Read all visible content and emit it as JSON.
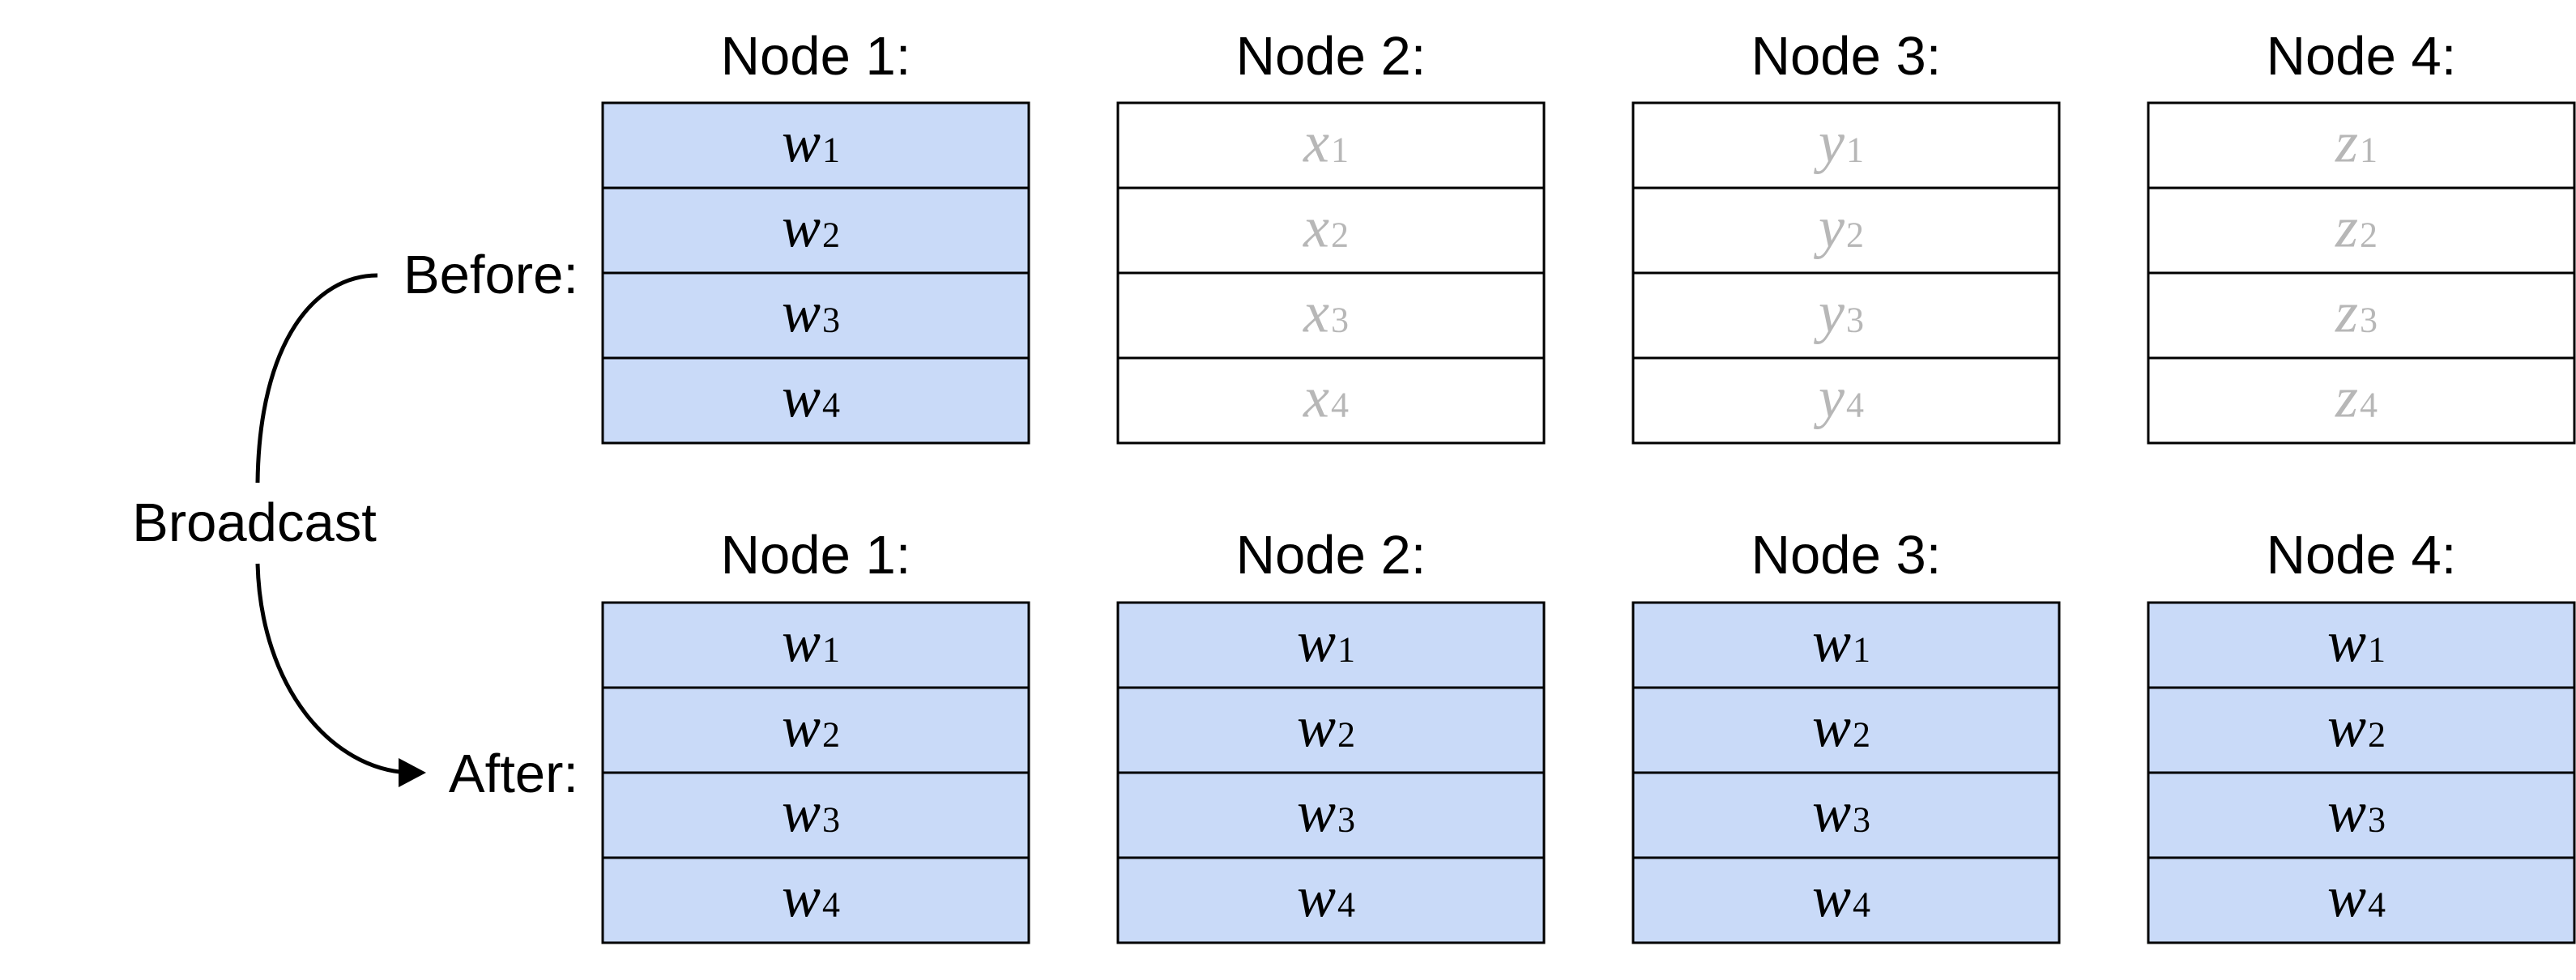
{
  "operation": "Broadcast",
  "colors": {
    "filled": "#c9daf8",
    "empty": "#ffffff",
    "border": "#000000",
    "text_active": "#000000",
    "text_inactive": "#b7b7b7"
  },
  "phases": [
    {
      "label": "Before:",
      "nodes": [
        {
          "title": "Node 1:",
          "filled": true,
          "cells": [
            {
              "v": "w",
              "s": "1"
            },
            {
              "v": "w",
              "s": "2"
            },
            {
              "v": "w",
              "s": "3"
            },
            {
              "v": "w",
              "s": "4"
            }
          ]
        },
        {
          "title": "Node 2:",
          "filled": false,
          "cells": [
            {
              "v": "x",
              "s": "1"
            },
            {
              "v": "x",
              "s": "2"
            },
            {
              "v": "x",
              "s": "3"
            },
            {
              "v": "x",
              "s": "4"
            }
          ]
        },
        {
          "title": "Node 3:",
          "filled": false,
          "cells": [
            {
              "v": "y",
              "s": "1"
            },
            {
              "v": "y",
              "s": "2"
            },
            {
              "v": "y",
              "s": "3"
            },
            {
              "v": "y",
              "s": "4"
            }
          ]
        },
        {
          "title": "Node 4:",
          "filled": false,
          "cells": [
            {
              "v": "z",
              "s": "1"
            },
            {
              "v": "z",
              "s": "2"
            },
            {
              "v": "z",
              "s": "3"
            },
            {
              "v": "z",
              "s": "4"
            }
          ]
        }
      ]
    },
    {
      "label": "After:",
      "nodes": [
        {
          "title": "Node 1:",
          "filled": true,
          "cells": [
            {
              "v": "w",
              "s": "1"
            },
            {
              "v": "w",
              "s": "2"
            },
            {
              "v": "w",
              "s": "3"
            },
            {
              "v": "w",
              "s": "4"
            }
          ]
        },
        {
          "title": "Node 2:",
          "filled": true,
          "cells": [
            {
              "v": "w",
              "s": "1"
            },
            {
              "v": "w",
              "s": "2"
            },
            {
              "v": "w",
              "s": "3"
            },
            {
              "v": "w",
              "s": "4"
            }
          ]
        },
        {
          "title": "Node 3:",
          "filled": true,
          "cells": [
            {
              "v": "w",
              "s": "1"
            },
            {
              "v": "w",
              "s": "2"
            },
            {
              "v": "w",
              "s": "3"
            },
            {
              "v": "w",
              "s": "4"
            }
          ]
        },
        {
          "title": "Node 4:",
          "filled": true,
          "cells": [
            {
              "v": "w",
              "s": "1"
            },
            {
              "v": "w",
              "s": "2"
            },
            {
              "v": "w",
              "s": "3"
            },
            {
              "v": "w",
              "s": "4"
            }
          ]
        }
      ]
    }
  ]
}
